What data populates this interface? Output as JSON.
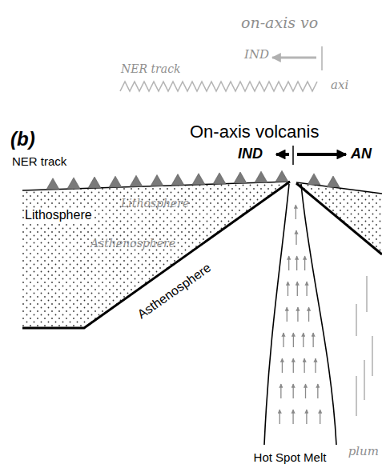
{
  "diagram": {
    "labels": [
      "(b)",
      "On-axis volcanis",
      "IND",
      "AN",
      "NER track",
      "Lithosphere",
      "Asthenosphere",
      "Hot Spot Melt",
      "on-axis vo",
      "IND",
      "NER track",
      "axi",
      "Lithosphere",
      "Asthenosphere",
      "plum"
    ]
  }
}
